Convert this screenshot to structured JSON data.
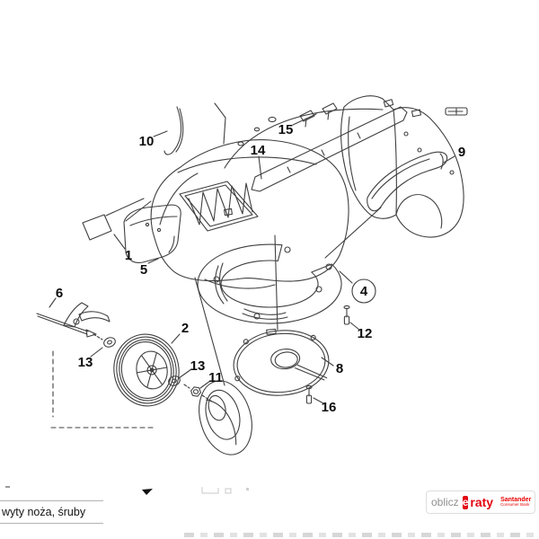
{
  "diagram": {
    "part_labels": [
      "10",
      "14",
      "15",
      "9",
      "1",
      "5",
      "6",
      "13",
      "2",
      "13",
      "11",
      "12",
      "8",
      "16",
      "4"
    ],
    "highlight": {
      "part": "4",
      "ring_color": "#dd8123",
      "fill_color": "#f8d3a5",
      "text_color": "#4d3216"
    },
    "line_color": "#3f3f3f"
  },
  "footer": {
    "parts_table_row": "wyty noża, śruby",
    "finance_badge": {
      "prefix": "oblicz",
      "logo_letter": "e",
      "logo_word": "raty",
      "bank_name": "Santander",
      "bank_subtitle": "Consumer Bank",
      "accent_red": "#e30613",
      "santander_red": "#ec0000"
    },
    "icons": [
      "santander-flame-icon",
      "dropdown-arrow-fragment"
    ]
  }
}
